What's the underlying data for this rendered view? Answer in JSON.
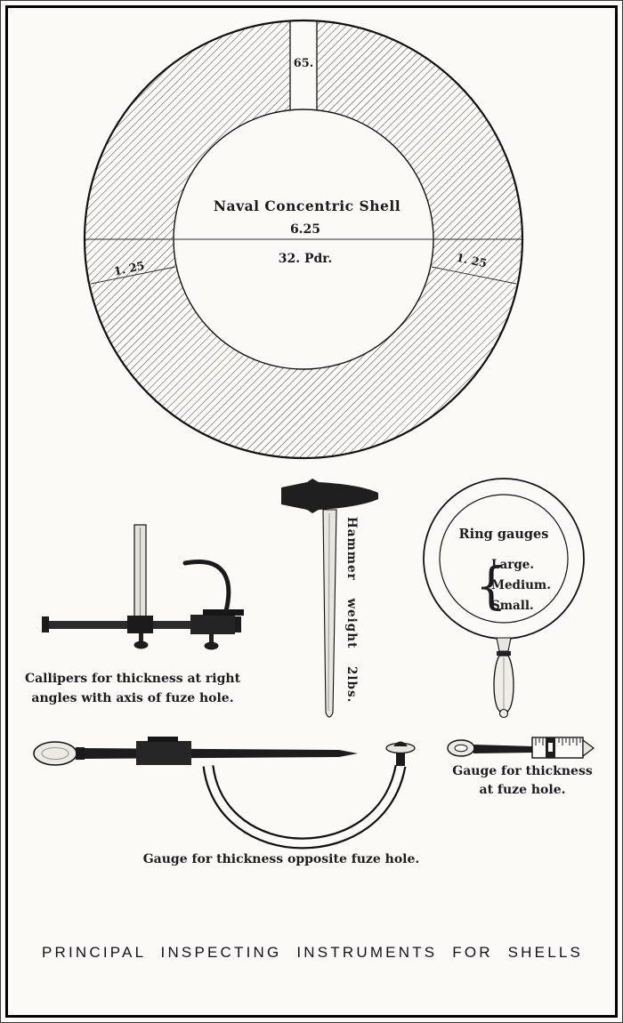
{
  "page": {
    "footer_title": "PRINCIPAL INSPECTING INSTRUMENTS FOR SHELLS"
  },
  "shell": {
    "fuze_label": "65.",
    "name": "Naval Concentric Shell",
    "bore_diameter": "6.25",
    "caliber": "32. Pdr.",
    "left_thickness": "1. 25",
    "right_thickness": "1. 25"
  },
  "callipers": {
    "caption_line1": "Callipers for thickness at right",
    "caption_line2": "angles with axis of fuze hole."
  },
  "hammer": {
    "label": "Hammer weight 2lbs."
  },
  "ring_gauges": {
    "title": "Ring gauges",
    "brace": "{",
    "sizes": [
      "Large.",
      "Medium.",
      "Small."
    ]
  },
  "opposite_gauge": {
    "caption": "Gauge for thickness opposite fuze hole."
  },
  "fuze_gauge": {
    "caption_line1": "Gauge for thickness",
    "caption_line2": "at fuze hole."
  }
}
